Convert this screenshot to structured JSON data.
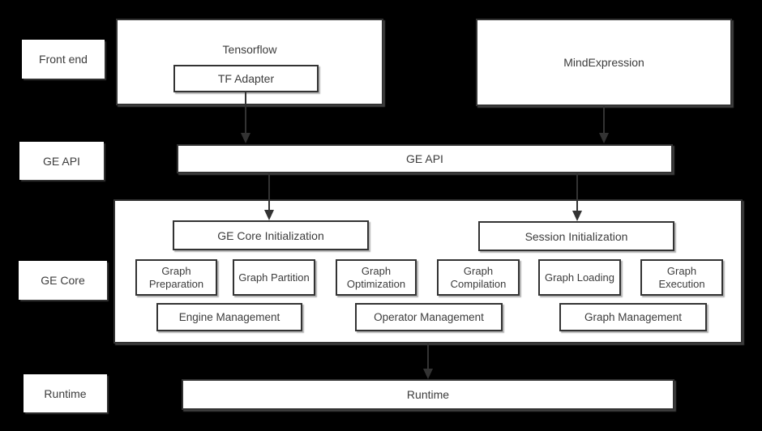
{
  "diagram": {
    "colors": {
      "bg": "#000000",
      "fill": "#ffffff",
      "border": "#333333",
      "text": "#3c3c3c",
      "arrow": "#333333"
    },
    "row_labels": [
      {
        "label": "Front end"
      },
      {
        "label": "GE API"
      },
      {
        "label": "GE Core"
      },
      {
        "label": "Runtime"
      }
    ],
    "front_end": {
      "tensorflow": {
        "title": "Tensorflow",
        "adapter_label": "TF Adapter"
      },
      "mind_expression": {
        "label": "MindExpression"
      }
    },
    "ge_api": {
      "label": "GE API"
    },
    "ge_core": {
      "initialization": [
        {
          "label": "GE Core Initialization"
        },
        {
          "label": "Session Initialization"
        }
      ],
      "functions": [
        {
          "label": "Graph Preparation"
        },
        {
          "label": "Graph Partition"
        },
        {
          "label": "Graph Optimization"
        },
        {
          "label": "Graph Compilation"
        },
        {
          "label": "Graph Loading"
        },
        {
          "label": "Graph Execution"
        }
      ],
      "management": [
        {
          "label": "Engine Management"
        },
        {
          "label": "Operator Management"
        },
        {
          "label": "Graph Management"
        }
      ]
    },
    "runtime": {
      "label": "Runtime"
    }
  }
}
